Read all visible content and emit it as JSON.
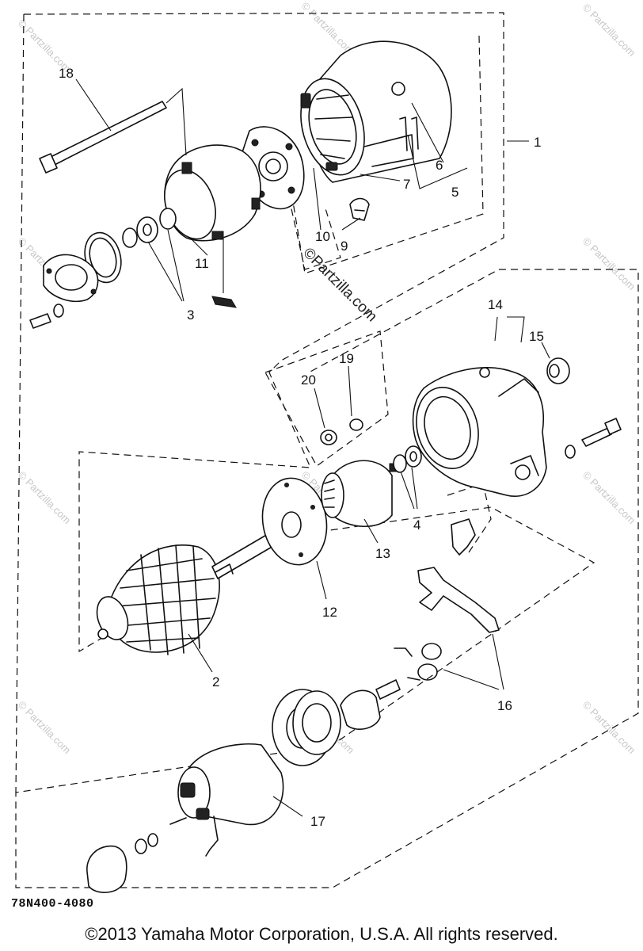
{
  "diagram": {
    "callouts": {
      "c1": "1",
      "c2": "2",
      "c3": "3",
      "c4": "4",
      "c5": "5",
      "c6": "6",
      "c7": "7",
      "c9": "9",
      "c10": "10",
      "c11": "11",
      "c12": "12",
      "c13": "13",
      "c14": "14",
      "c15": "15",
      "c16": "16",
      "c17": "17",
      "c18": "18",
      "c19": "19",
      "c20": "20"
    },
    "watermark": "© Partzilla.com",
    "watermark_center": "©Partzilla.com",
    "drawing_code": "78N400-4080"
  },
  "footer": {
    "copyright": "©2013 Yamaha Motor Corporation, U.S.A. All rights reserved."
  }
}
